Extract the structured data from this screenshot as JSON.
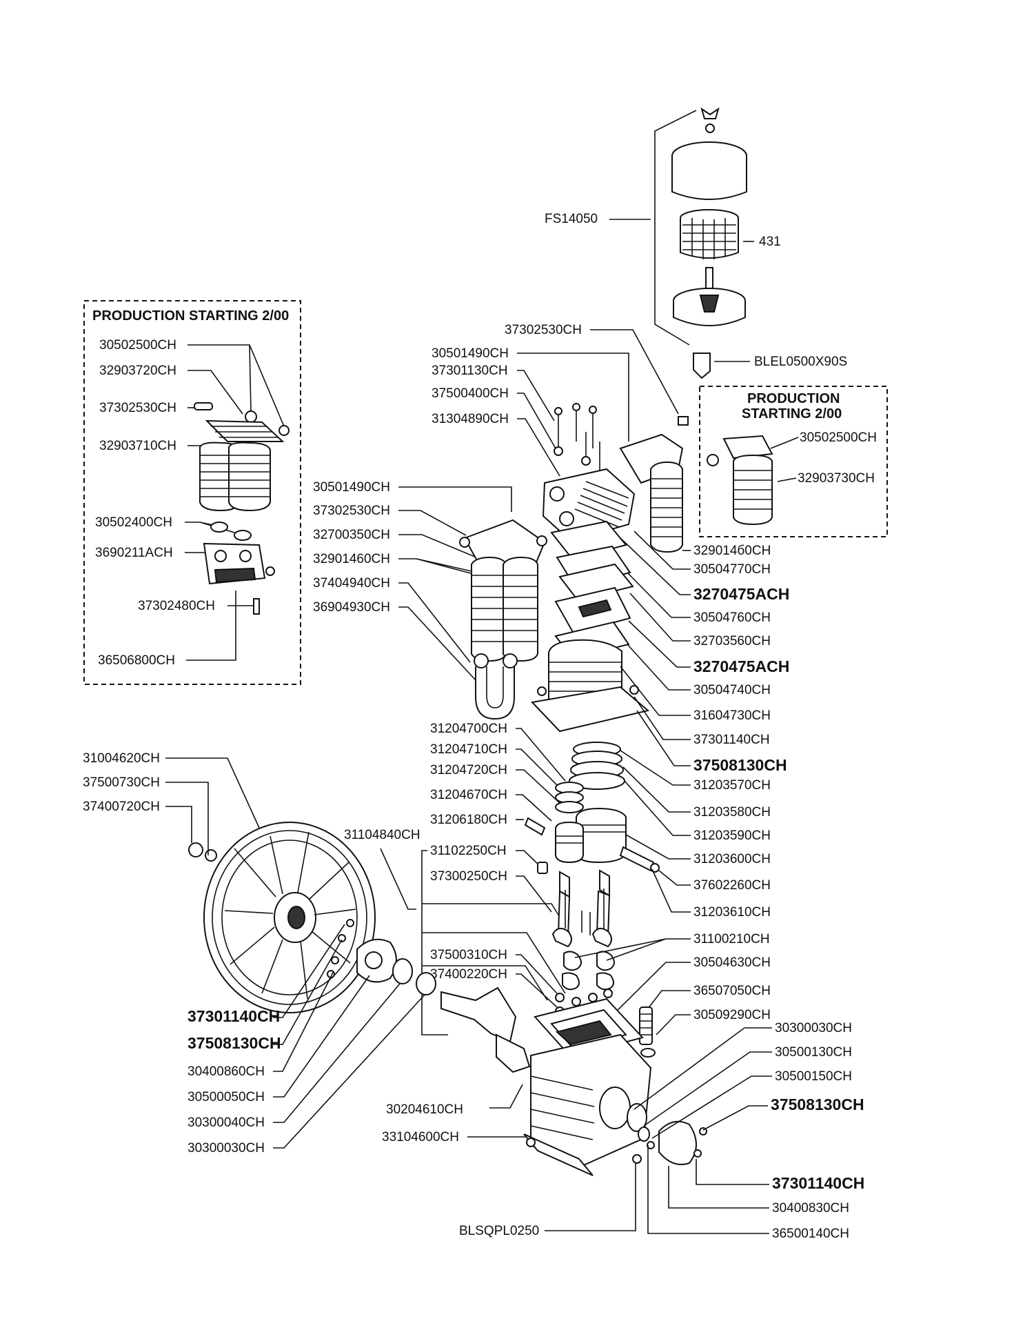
{
  "diagram": {
    "inset_left": {
      "title": "PRODUCTION STARTING 2/00",
      "labels": [
        "30502500CH",
        "32903720CH",
        "37302530CH",
        "32903710CH",
        "30502400CH",
        "3690211ACH",
        "37302480CH",
        "36506800CH"
      ]
    },
    "inset_right": {
      "title_line1": "PRODUCTION",
      "title_line2": "STARTING 2/00",
      "labels": [
        "30502500CH",
        "32903730CH"
      ]
    },
    "filter": {
      "labels": [
        "FS14050",
        "431",
        "37302530CH",
        "BLEL0500X90S"
      ]
    },
    "head_left": {
      "labels": [
        "30501490CH",
        "37301130CH",
        "37500400CH",
        "31304890CH",
        "30501490CH",
        "37302530CH",
        "32700350CH",
        "32901460CH",
        "37404940CH",
        "36904930CH"
      ]
    },
    "head_right": {
      "labels": [
        "329014б0CH",
        "30504770CH",
        "3270475ACH",
        "30504760CH",
        "32703560CH",
        "3270475ACH",
        "30504740CH",
        "31604730CH",
        "37301140CH",
        "37508130CH"
      ]
    },
    "piston_left": {
      "labels": [
        "31204700CH",
        "31204710CH",
        "31204720CH",
        "31204670CH",
        "31206180CH",
        "31104840CH",
        "31102250CH",
        "37300250CH",
        "37500310CH",
        "37400220CH"
      ]
    },
    "piston_right": {
      "labels": [
        "31203570CH",
        "31203580CH",
        "31203590CH",
        "31203600CH",
        "37602260CH",
        "31203610CH",
        "31100210CH",
        "30504630CH",
        "36507050CH",
        "30509290CH"
      ]
    },
    "flywheel": {
      "labels": [
        "31004620CH",
        "37500730CH",
        "37400720CH",
        "37301140CH",
        "37508130CH",
        "30400860CH",
        "30500050CH",
        "30300040CH",
        "30300030CH"
      ]
    },
    "crankcase": {
      "labels": [
        "30204610CH",
        "33104600CH",
        "BLSQPL0250"
      ]
    },
    "bearing_side": {
      "labels": [
        "30300030CH",
        "30500130CH",
        "30500150CH",
        "37508130CH",
        "37301140CH",
        "30400830CH",
        "36500140CH"
      ]
    }
  }
}
